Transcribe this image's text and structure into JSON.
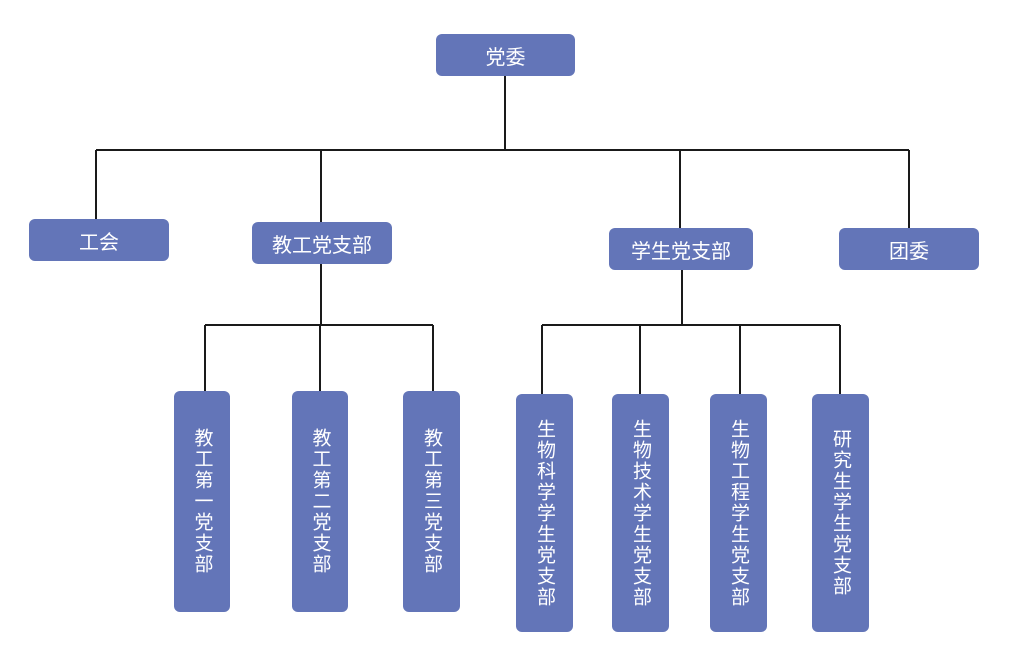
{
  "diagram": {
    "root": "党委",
    "level1": {
      "union": "工会",
      "staff_branch": "教工党支部",
      "student_branch": "学生党支部",
      "youth_league": "团委"
    },
    "staff_sub": [
      "教工第一党支部",
      "教工第二党支部",
      "教工第三党支部"
    ],
    "student_sub": [
      "生物科学学生党支部",
      "生物技术学生党支部",
      "生物工程学生党支部",
      "研究生学生党支部"
    ],
    "colors": {
      "node": "#6375b8",
      "line": "#1a1a1a",
      "text": "#ffffff"
    }
  }
}
